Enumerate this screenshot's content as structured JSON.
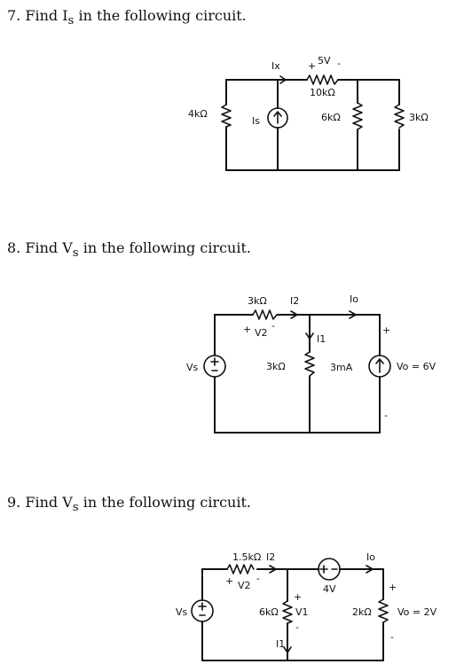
{
  "problems": [
    {
      "number": "7.",
      "text": "Find I",
      "sub": "s",
      "rest": " in the following circuit.",
      "labels": {
        "ix": "Ix",
        "v_plus": "+",
        "v_val": "5V",
        "v_minus": "-",
        "r_top": "10kΩ",
        "r_left": "4kΩ",
        "is_label": "Is",
        "r_mid": "6kΩ",
        "r_right": "3kΩ"
      }
    },
    {
      "number": "8.",
      "text": "Find V",
      "sub": "s",
      "rest": " in the following circuit.",
      "labels": {
        "r_top": "3kΩ",
        "i2": "I2",
        "io": "Io",
        "v2_plus": "+",
        "v2": "V2",
        "v2_minus": "-",
        "i1": "I1",
        "vs": "Vs",
        "r_mid": "3kΩ",
        "cs": "3mA",
        "vo_plus": "+",
        "vo": "Vo = 6V",
        "vo_minus": "-"
      }
    },
    {
      "number": "9.",
      "text": "Find V",
      "sub": "s",
      "rest": " in the following circuit.",
      "labels": {
        "r_top": "1.5kΩ",
        "i2": "I2",
        "src_v": "4V",
        "io": "Io",
        "v2_plus": "+",
        "v2": "V2",
        "v2_minus": "-",
        "vs": "Vs",
        "r_mid": "6kΩ",
        "v1_plus": "+",
        "v1": "V1",
        "v1_minus": "-",
        "i1": "I1",
        "r_right": "2kΩ",
        "vo_plus": "+",
        "vo": "Vo = 2V",
        "vo_minus": "-"
      }
    }
  ]
}
